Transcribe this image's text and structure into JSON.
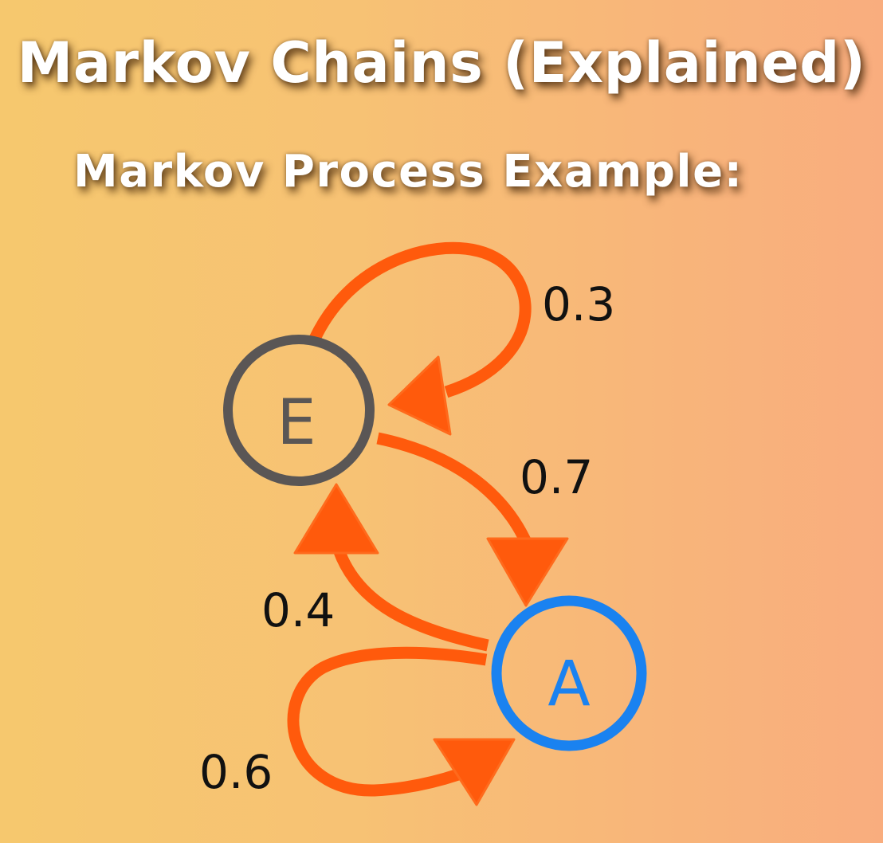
{
  "header": {
    "title": "Markov Chains (Explained)",
    "subtitle": "Markov Process Example:"
  },
  "diagram": {
    "nodes": [
      {
        "id": "E",
        "label": "E",
        "color": "#5a5655"
      },
      {
        "id": "A",
        "label": "A",
        "color": "#1a82f0"
      }
    ],
    "edges": [
      {
        "from": "E",
        "to": "E",
        "probability": "0.3"
      },
      {
        "from": "E",
        "to": "A",
        "probability": "0.7"
      },
      {
        "from": "A",
        "to": "E",
        "probability": "0.4"
      },
      {
        "from": "A",
        "to": "A",
        "probability": "0.6"
      }
    ],
    "edge_color": "#ff5a0c"
  }
}
